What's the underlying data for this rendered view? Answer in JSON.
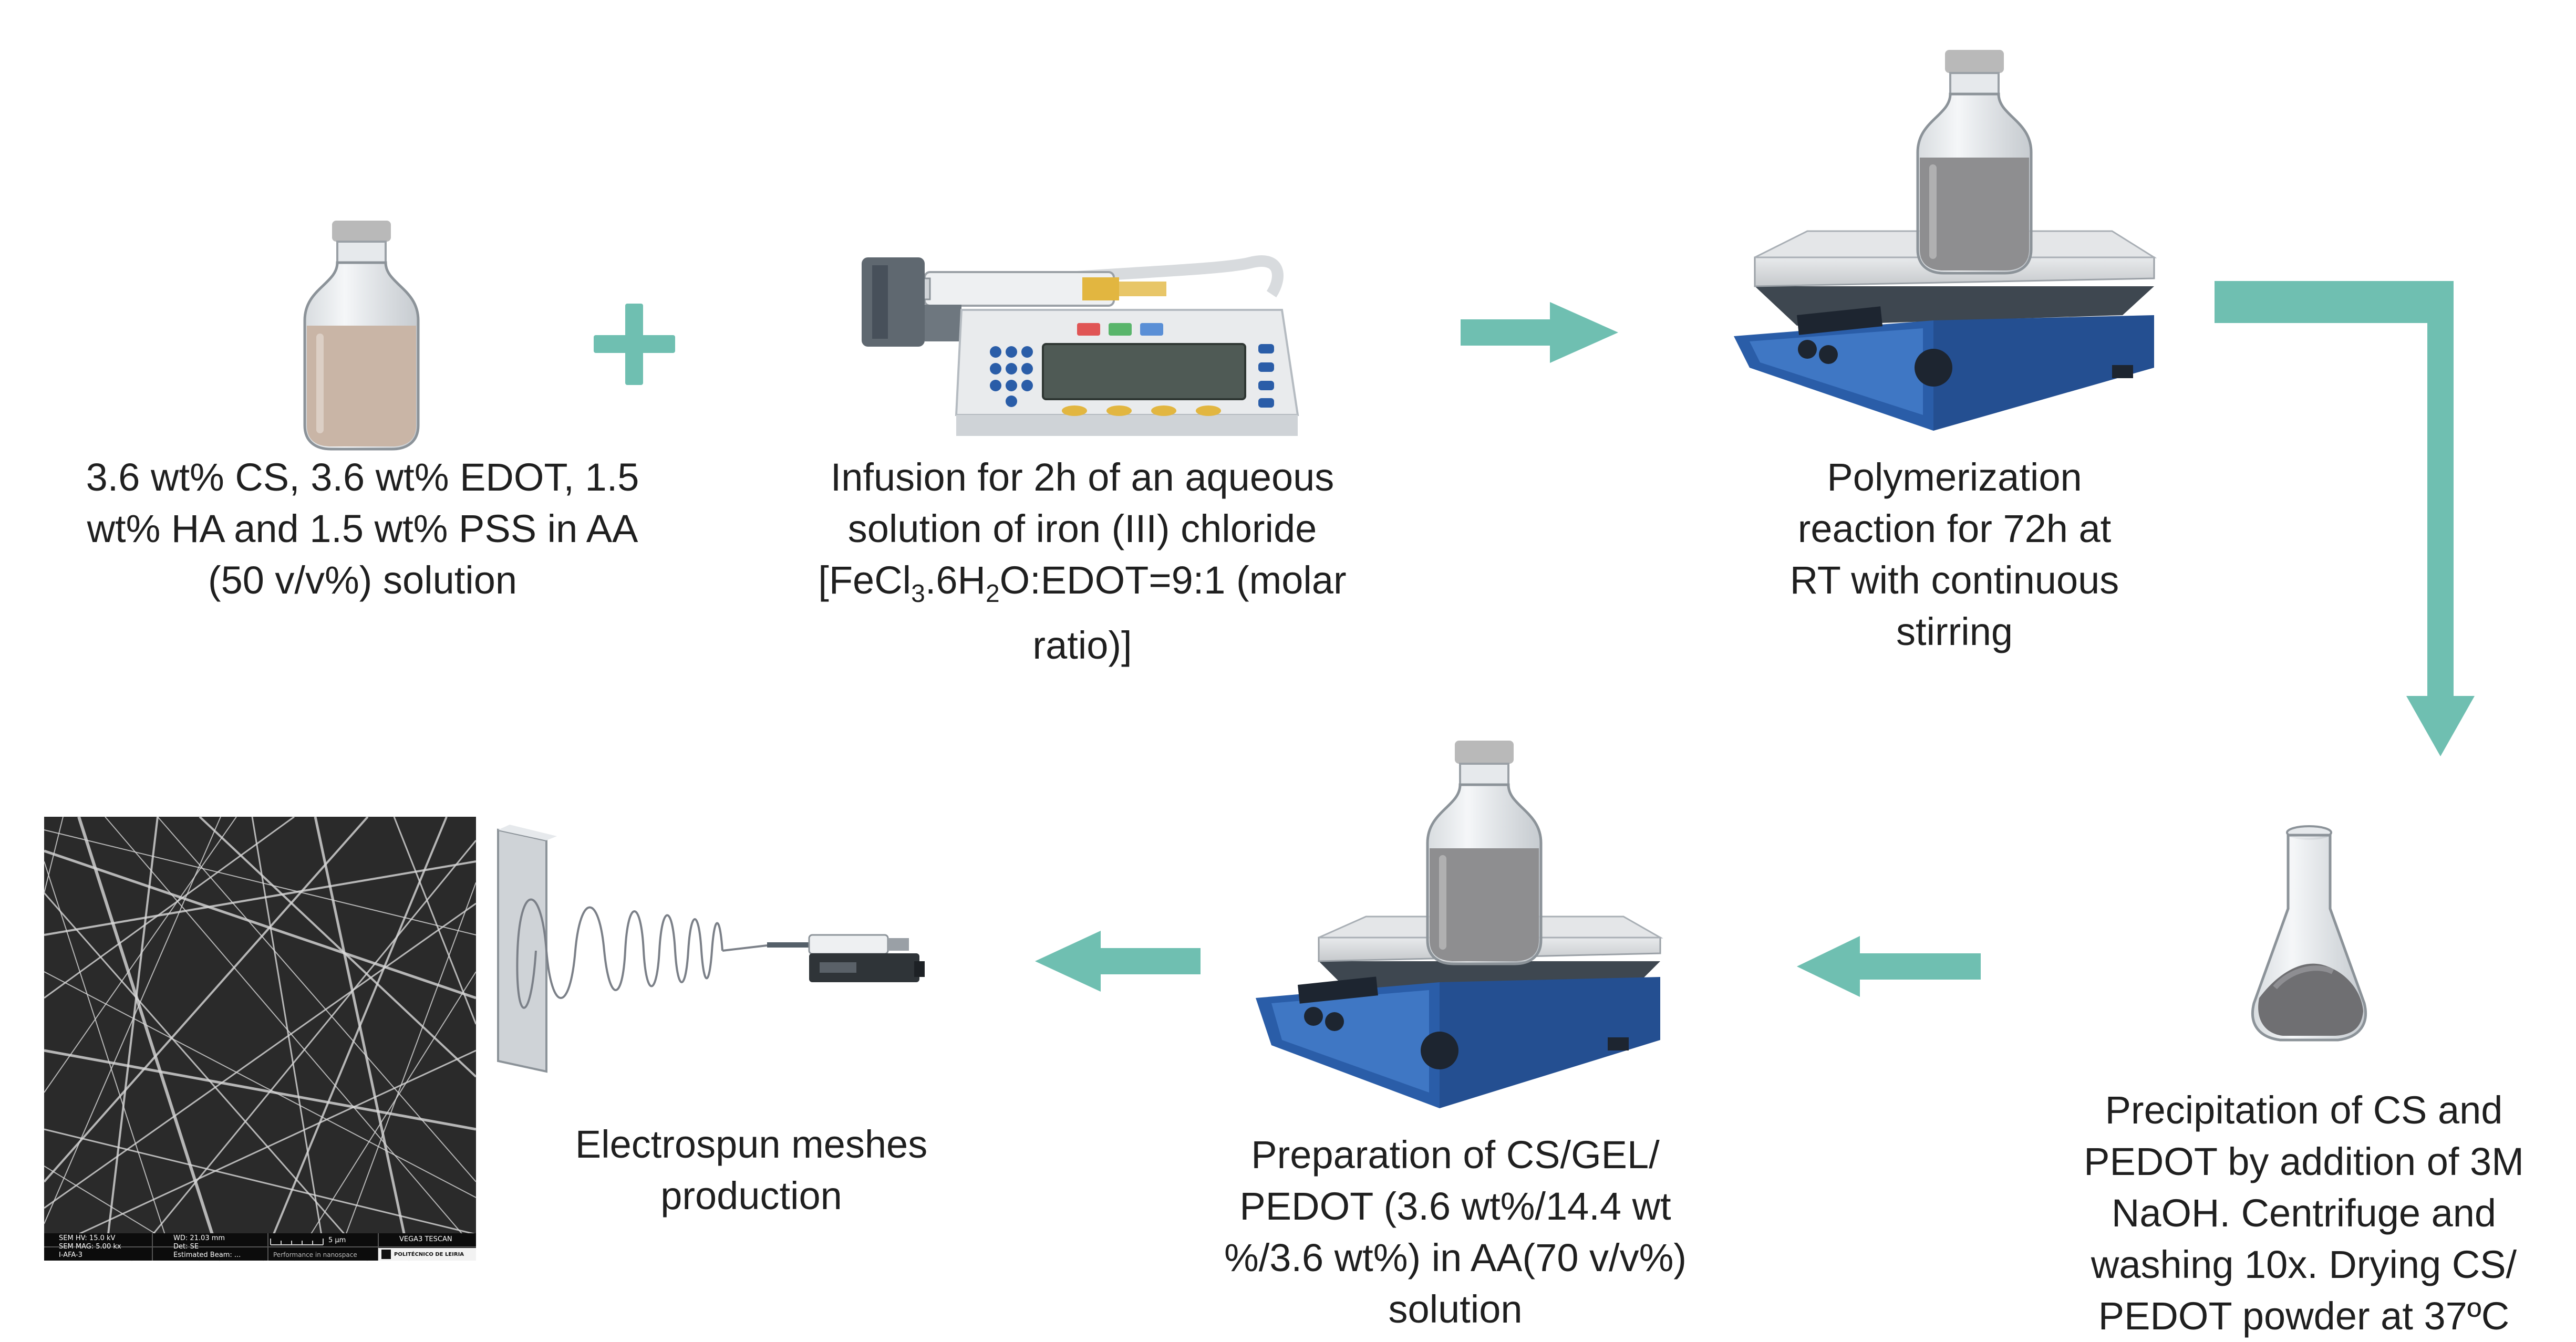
{
  "colors": {
    "arrow": "#6fbfb1",
    "plus": "#6fbfb1",
    "hotplate_body": "#2a5da8",
    "hotplate_panel": "#3f77c4",
    "liquid_tan": "#c9b5a6",
    "liquid_gray": "#8e8e90",
    "text": "#1f1f1f"
  },
  "steps": {
    "step1": {
      "lines": [
        "3.6 wt% CS, 3.6 wt% EDOT, 1.5",
        "wt% HA and 1.5 wt% PSS in AA",
        "(50 v/v%) solution"
      ]
    },
    "step2": {
      "lines": [
        "Infusion for 2h of an aqueous",
        "solution of iron (III) chloride"
      ],
      "formula_prefix": "[FeCl",
      "formula_sub1": "3",
      "formula_mid1": ".6H",
      "formula_sub2": "2",
      "formula_rest": "O:EDOT=9:1 (molar",
      "last_line": "ratio)]"
    },
    "step3": {
      "lines": [
        "Polymerization",
        "reaction for 72h at",
        "RT with continuous",
        "stirring"
      ]
    },
    "step4": {
      "lines": [
        "Precipitation of CS and",
        "PEDOT by addition of 3M",
        "NaOH. Centrifuge and",
        "washing 10x. Drying CS/",
        "PEDOT powder at 37ºC"
      ]
    },
    "step5": {
      "lines": [
        "Preparation of CS/GEL/",
        "PEDOT (3.6 wt%/14.4 wt",
        "%/3.6 wt%) in AA(70 v/v%)",
        "solution"
      ]
    },
    "step6": {
      "lines": [
        "Electrospun meshes",
        "production"
      ]
    }
  },
  "sem": {
    "hv": "SEM HV: 15.0 kV",
    "wd": "WD: 21.03 mm",
    "brand": "VEGA3 TESCAN",
    "mag": "SEM MAG: 5.00 kx",
    "det": "Det: SE",
    "scale": "5 μm",
    "sample": "I-AFA-3",
    "beam": "Estimated Beam: ...",
    "motto": "Performance in nanospace",
    "logo": "POLITÉCNICO DE LEIRIA"
  },
  "icons": {
    "plus": "plus-icon",
    "vial": "vial-icon",
    "syringe_pump": "syringe-pump-icon",
    "hotplate": "hotplate-stirrer-icon",
    "flask": "erlenmeyer-flask-icon",
    "electrospinning": "electrospinning-setup-icon",
    "sem_image": "sem-micrograph"
  }
}
